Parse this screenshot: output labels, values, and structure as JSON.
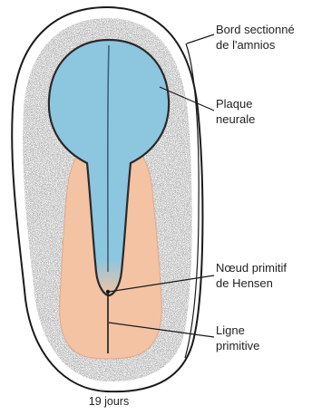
{
  "labels": {
    "amnion_edge": [
      "Bord sectionné",
      "de l'amnios"
    ],
    "neural_plate": [
      "Plaque",
      "neurale"
    ],
    "hensen_node": [
      "Nœud primitif",
      "de Hensen"
    ],
    "primitive_line": [
      "Ligne",
      "primitive"
    ]
  },
  "caption": "19 jours",
  "colors": {
    "neural_plate": "#8dc6df",
    "embryo_body": "#f3c3a4",
    "stipple": "#555555",
    "outline": "#1a1a1a"
  }
}
